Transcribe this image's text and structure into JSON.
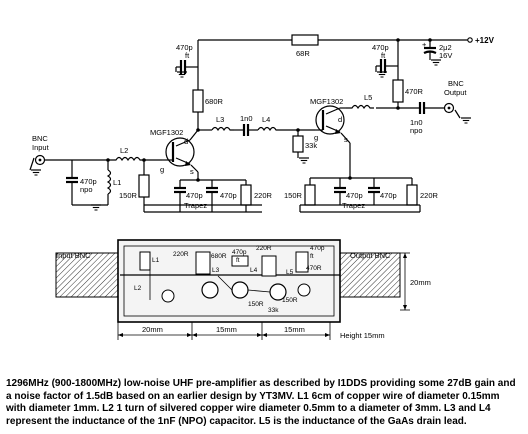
{
  "schematic": {
    "supply": "+12V",
    "input_label": [
      "BNC",
      "Input"
    ],
    "output_label": [
      "BNC",
      "Output"
    ],
    "transistor_1": "MGF1302",
    "transistor_2": "MGF1302",
    "pin_d": "d",
    "pin_g": "g",
    "pin_s": "s",
    "cap_470p_ft": [
      "470p",
      "ft"
    ],
    "cap_470p_npo": [
      "470p",
      "npo"
    ],
    "cap_1n0": "1n0",
    "cap_1n0_npo": [
      "1n0",
      "npo"
    ],
    "cap_470p": "470p",
    "cap_2u2": [
      "2μ2",
      "16V"
    ],
    "trapez": "Trapez",
    "res_68R": "68R",
    "res_680R": "680R",
    "res_470R": "470R",
    "res_150R": "150R",
    "res_220R": "220R",
    "res_33k": "33k",
    "coil_L1": "L1",
    "coil_L2": "L2",
    "coil_L3": "L3",
    "coil_L4": "L4",
    "coil_L5": "L5",
    "plus": "+"
  },
  "layout": {
    "input_bnc": "Input BNC",
    "output_bnc": "Output BNC",
    "height_20mm": "20mm",
    "dims": [
      "20mm",
      "15mm",
      "15mm"
    ],
    "height_note": "Height 15mm",
    "board_labels": [
      "L1",
      "220R",
      "680R",
      "L3",
      "L4",
      "470p",
      "ft",
      "220R",
      "470p",
      "ft",
      "L5",
      "150R",
      "150R",
      "33k",
      "470R",
      "L2"
    ]
  },
  "caption": "1296MHz (900-1800MHz) low-noise UHF pre-amplifier as described by I1DDS providing some 27dB gain and a noise factor of 1.5dB based on an earlier design by YT3MV. L1 6cm of copper wire of diameter 0.15mm with diameter 1mm. L2 1 turn of silvered copper wire diameter 0.5mm to a diameter of 3mm. L3 and L4 represent the inductance of the 1nF (NPO) capacitor. L5 is the inductance of the GaAs drain lead."
}
